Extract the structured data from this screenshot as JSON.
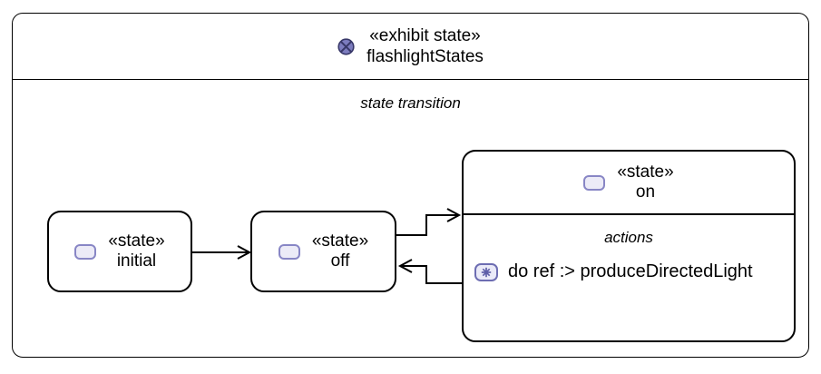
{
  "diagram": {
    "title_stereotype": "«exhibit state»",
    "title_name": "flashlightStates",
    "compartment_label": "state transition",
    "state_initial": {
      "stereotype": "«state»",
      "name": "initial"
    },
    "state_off": {
      "stereotype": "«state»",
      "name": "off"
    },
    "state_on": {
      "stereotype": "«state»",
      "name": "on",
      "actions_label": "actions",
      "action_text": "do ref :> produceDirectedLight"
    },
    "icons": {
      "header": "exhibit-state-circled-x-icon",
      "state": "state-rounded-rect-icon",
      "action": "action-asterisk-icon"
    },
    "colors": {
      "line": "#000000",
      "exhibit_icon_fill": "#7d7dbf",
      "exhibit_icon_stroke": "#383869",
      "state_icon_fill": "#ecebf7",
      "state_icon_stroke": "#8886c5",
      "action_icon_fill": "#eaeaf8",
      "action_icon_stroke": "#6d6db2",
      "action_glyph": "#5e5ea8"
    }
  }
}
